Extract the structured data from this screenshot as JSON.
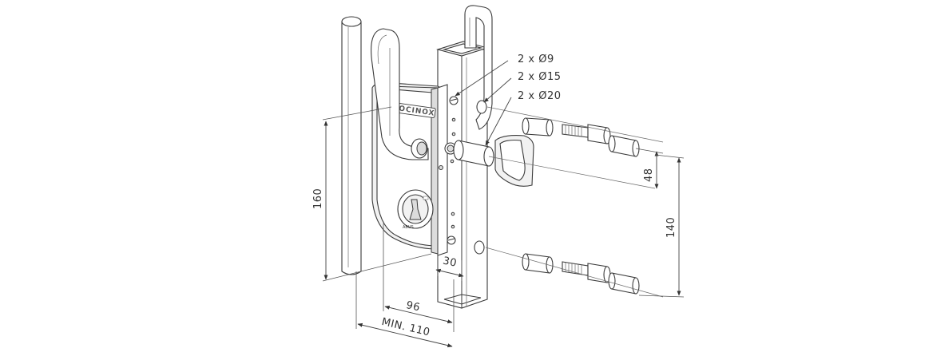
{
  "brand_text": "LOCINOX",
  "cylinder_brand": "ABUS",
  "callouts": {
    "hole_9": "2 x Ø9",
    "hole_15": "2 x Ø15",
    "hole_20": "2 x Ø20"
  },
  "dimensions": {
    "height_160": "160",
    "height_140": "140",
    "height_48": "48",
    "width_30": "30",
    "width_96": "96",
    "width_min_110": "MIN. 110"
  },
  "colors": {
    "line": "#3a3a3a",
    "background": "#ffffff"
  }
}
